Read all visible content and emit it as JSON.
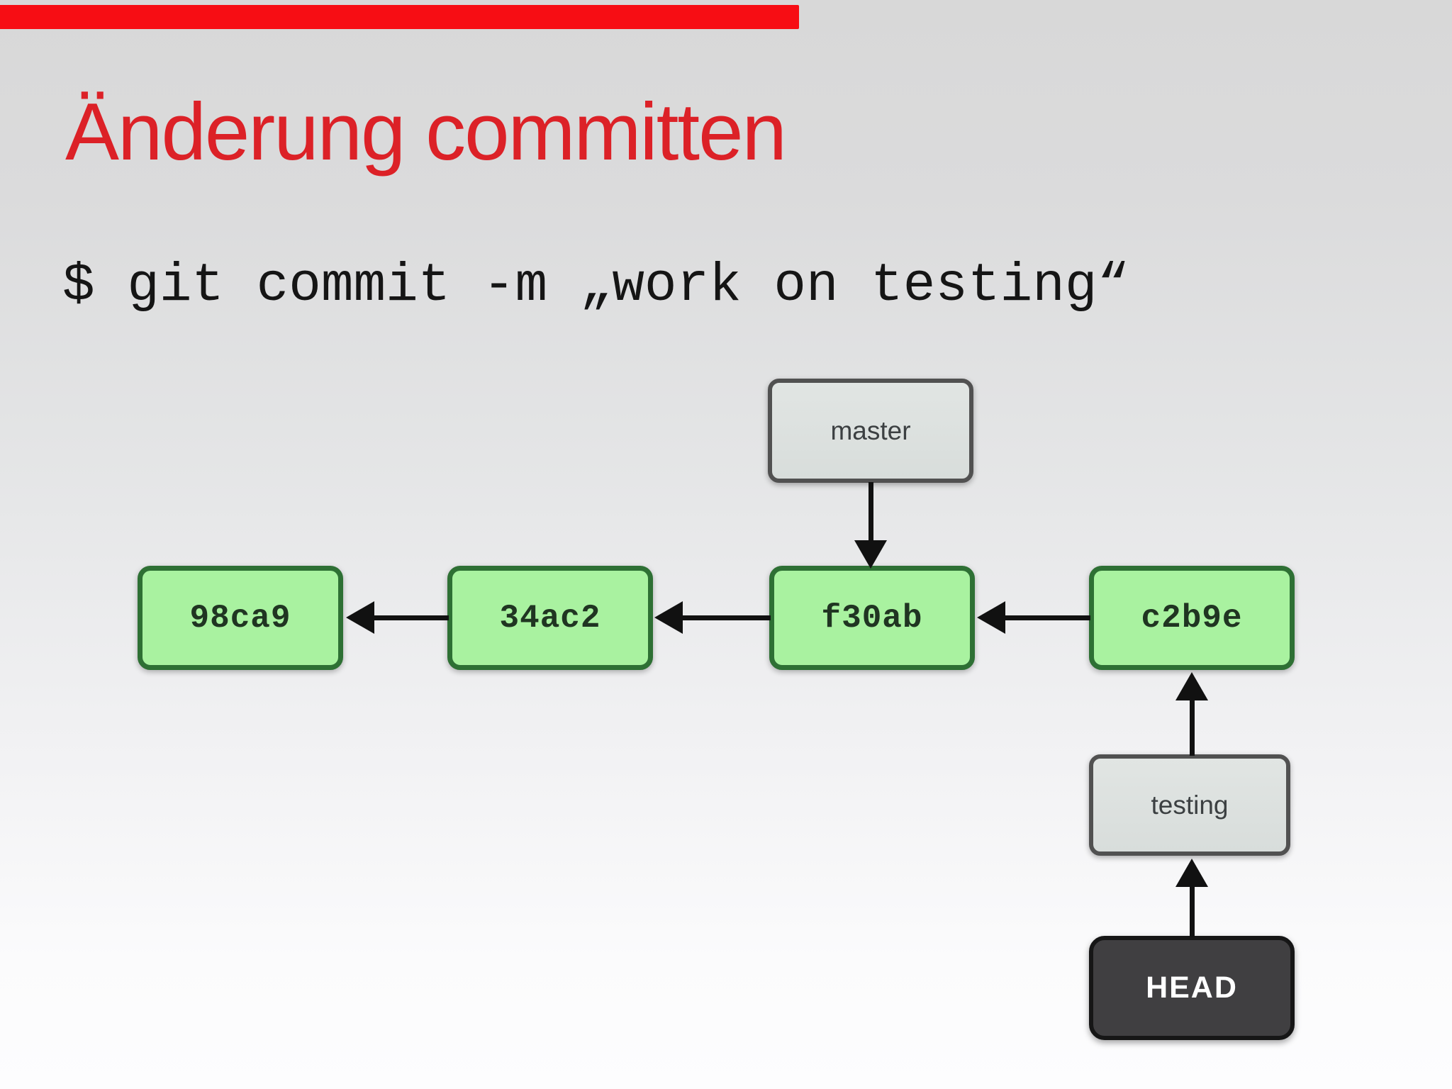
{
  "player": {
    "progress_bar": {
      "percent": 55,
      "color": "#f70d14"
    }
  },
  "slide": {
    "title": "Änderung committen",
    "title_color": "#dc2127",
    "command": "$ git commit -m „work on testing“"
  },
  "diagram": {
    "commits": [
      {
        "id": "98ca9"
      },
      {
        "id": "34ac2"
      },
      {
        "id": "f30ab"
      },
      {
        "id": "c2b9e"
      }
    ],
    "edges": [
      {
        "from": "34ac2",
        "to": "98ca9",
        "direction": "left"
      },
      {
        "from": "f30ab",
        "to": "34ac2",
        "direction": "left"
      },
      {
        "from": "c2b9e",
        "to": "f30ab",
        "direction": "left"
      },
      {
        "from": "master",
        "to": "f30ab",
        "direction": "down"
      },
      {
        "from": "testing",
        "to": "c2b9e",
        "direction": "up"
      },
      {
        "from": "HEAD",
        "to": "testing",
        "direction": "up"
      }
    ],
    "branches": [
      {
        "label": "master"
      },
      {
        "label": "testing"
      }
    ],
    "head": {
      "label": "HEAD"
    },
    "colors": {
      "commit_fill": "#a9f2a0",
      "commit_border": "#2e7034",
      "branch_fill": "#dce1df",
      "branch_border": "#515151",
      "head_fill": "#403f41",
      "head_border": "#161616",
      "head_text": "#ffffff",
      "arrow": "#111111"
    }
  }
}
